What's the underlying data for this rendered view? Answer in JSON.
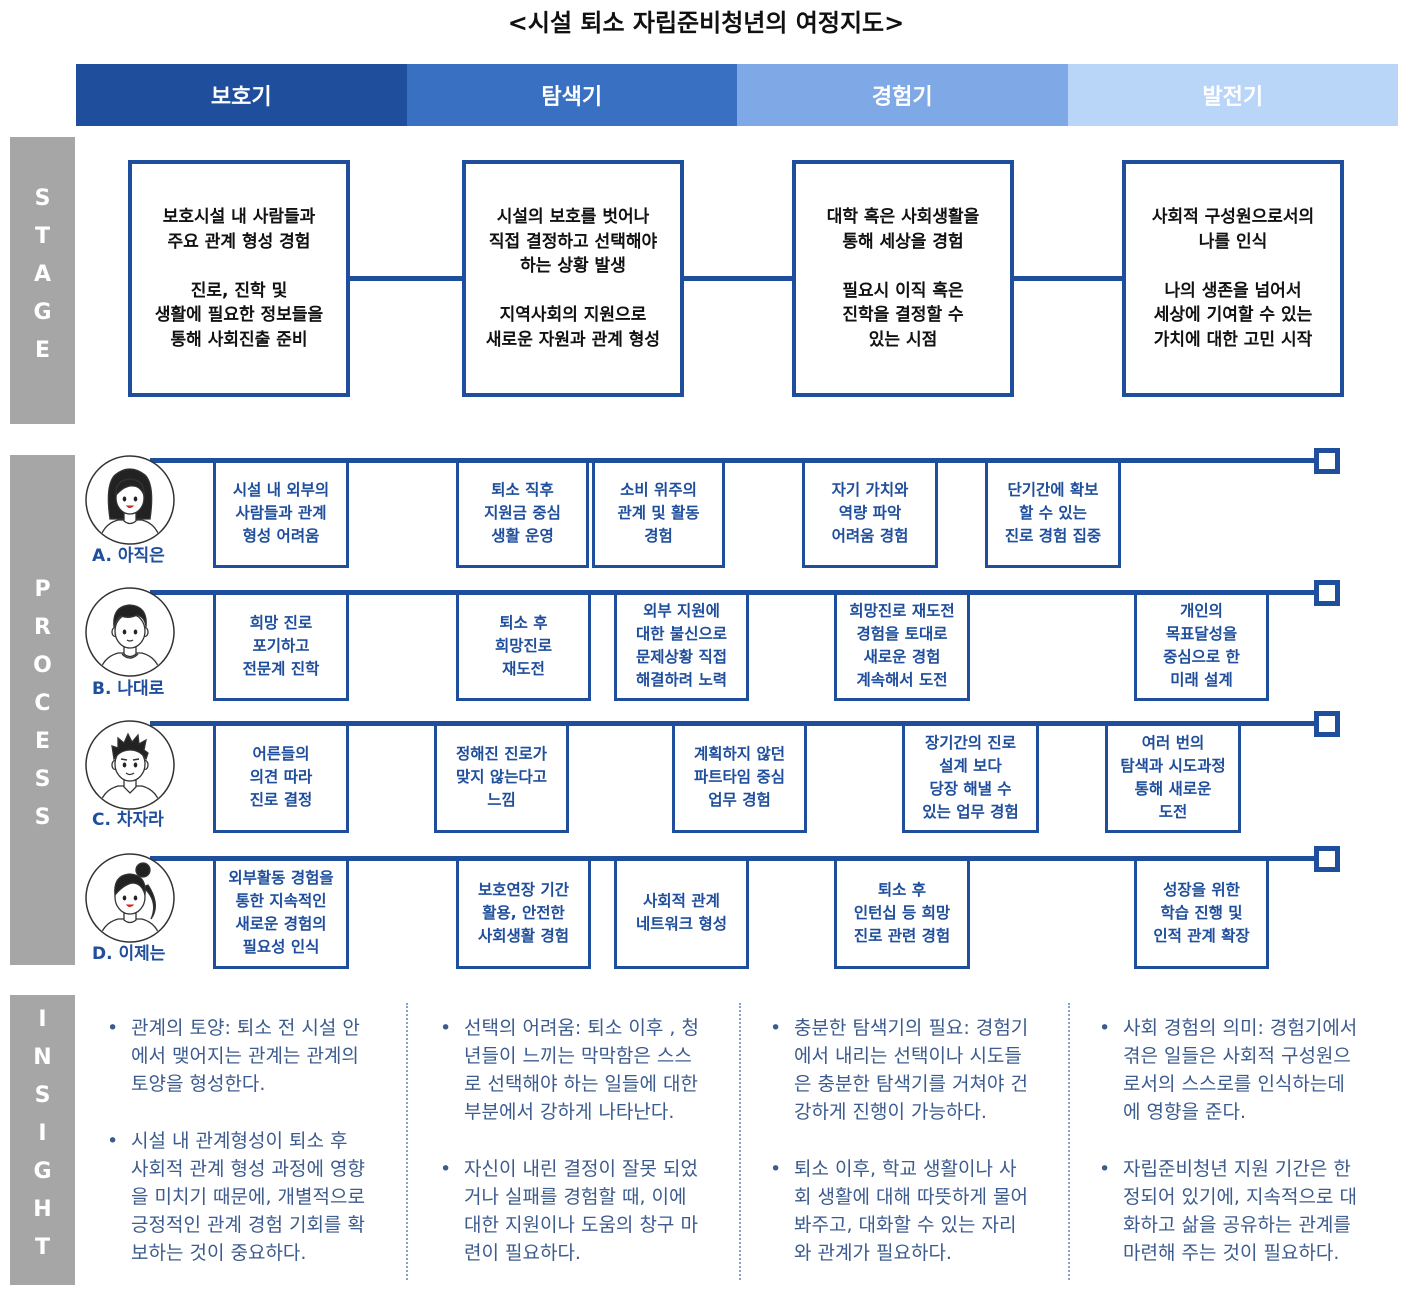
{
  "title": "<시설 퇴소 자립준비청년의 여정지도>",
  "phases": [
    {
      "label": "보호기",
      "color": "#1f4e9c"
    },
    {
      "label": "탐색기",
      "color": "#3a70c2"
    },
    {
      "label": "경험기",
      "color": "#7fa8e6"
    },
    {
      "label": "발전기",
      "color": "#b9d5f8"
    }
  ],
  "sections": {
    "stage": "STAGE",
    "process": "PROCESS",
    "insight": "INSIGHT"
  },
  "stage": [
    "보호시설 내 사람들과\n주요 관계 형성 경험\n\n진로, 진학 및\n생활에 필요한 정보들을\n통해 사회진출 준비",
    "시설의 보호를 벗어나\n직접 결정하고 선택해야\n하는 상황 발생\n\n지역사회의 지원으로\n새로운 자원과 관계 형성",
    "대학 혹은 사회생활을\n통해 세상을 경험\n\n필요시 이직 혹은\n진학을 결정할 수\n있는 시점",
    "사회적 구성원으로서의\n나를 인식\n\n나의 생존을 넘어서\n세상에 기여할 수 있는\n가치에 대한 고민 시작"
  ],
  "personas": [
    {
      "label": "A. 아직은",
      "avatar": "girl-long-hair-avatar",
      "steps": [
        "시설 내 외부의\n사람들과 관계\n형성 어려움",
        "퇴소 직후\n지원금 중심\n생활 운영",
        "소비 위주의\n관계 및 활동\n경험",
        "자기 가치와\n역량 파악\n어려움 경험",
        "단기간에 확보\n할 수 있는\n진로 경험 집중"
      ]
    },
    {
      "label": "B. 나대로",
      "avatar": "boy-short-hair-avatar",
      "steps": [
        "희망 진로\n포기하고\n전문계 진학",
        "퇴소 후\n희망진로\n재도전",
        "외부 지원에\n대한 불신으로\n문제상황 직접\n해결하려 노력",
        "희망진로 재도전\n경험을 토대로\n새로운 경험\n계속해서 도전",
        "개인의\n목표달성을\n중심으로 한\n미래 설계"
      ]
    },
    {
      "label": "C. 차자라",
      "avatar": "boy-spiky-hair-avatar",
      "steps": [
        "어른들의\n의견 따라\n진로 결정",
        "정해진 진로가\n맞지 않는다고\n느낌",
        "계획하지 않던\n파트타임 중심\n업무 경험",
        "장기간의 진로\n설계 보다\n당장 해낼 수\n있는 업무 경험",
        "여러 번의\n탐색과 시도과정\n통해 새로운\n도전"
      ]
    },
    {
      "label": "D. 이제는",
      "avatar": "girl-ponytail-avatar",
      "steps": [
        "외부활동 경험을\n통한 지속적인\n새로운 경험의\n필요성 인식",
        "보호연장 기간\n활용, 안전한\n사회생활 경험",
        "사회적 관계\n네트워크 형성",
        "퇴소 후\n인턴십 등 희망\n진로 관련 경험",
        "성장을 위한\n학습 진행 및\n인적 관계 확장"
      ]
    }
  ],
  "insights": [
    {
      "bullets": [
        "관계의 토양: 퇴소 전 시설 안\n에서 맺어지는 관계는 관계의\n토양을 형성한다.",
        "시설 내 관계형성이 퇴소 후\n사회적 관계 형성 과정에 영향\n을 미치기 때문에, 개별적으로\n긍정적인 관계 경험 기회를 확\n보하는 것이 중요하다."
      ]
    },
    {
      "bullets": [
        "선택의 어려움: 퇴소 이후 , 청\n년들이 느끼는 막막함은 스스\n로 선택해야 하는 일들에 대한\n부분에서 강하게 나타난다.",
        "자신이 내린 결정이 잘못 되었\n거나 실패를 경험할 때, 이에\n대한 지원이나 도움의 창구 마\n련이 필요하다."
      ]
    },
    {
      "bullets": [
        "충분한 탐색기의 필요: 경험기\n에서 내리는 선택이나 시도들\n은 충분한 탐색기를 거쳐야 건\n강하게 진행이 가능하다.",
        "퇴소 이후, 학교 생활이나 사\n회 생활에 대해 따뜻하게 물어\n봐주고, 대화할 수 있는 자리\n와 관계가 필요하다."
      ]
    },
    {
      "bullets": [
        "사회 경험의 의미: 경험기에서\n겪은 일들은 사회적 구성원으\n로서의 스스로를 인식하는데\n에 영향을 준다.",
        "자립준비청년 지원 기간은 한\n정되어 있기에, 지속적으로 대\n화하고 삶을 공유하는 관계를\n마련해 주는 것이 필요하다."
      ]
    }
  ],
  "colors": {
    "primary": "#1f4e9c",
    "side_bar": "#a6a6a6",
    "insight_text": "#3c5b8e",
    "separator": "#8aa0c8"
  }
}
